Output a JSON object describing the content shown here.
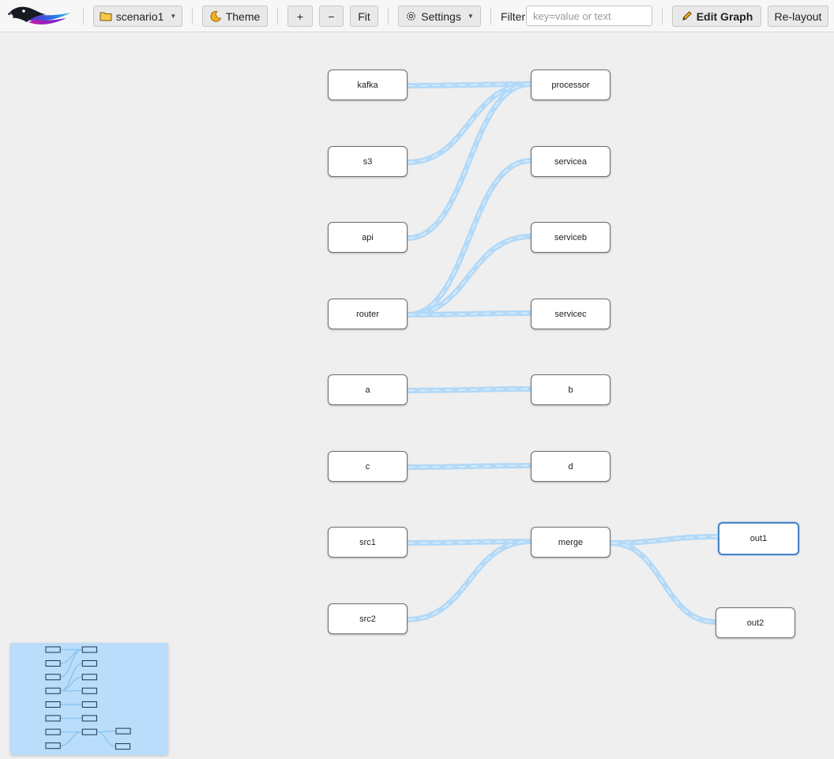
{
  "toolbar": {
    "scenario_label": "scenario1",
    "theme_label": "Theme",
    "zoom_in_label": "+",
    "zoom_out_label": "−",
    "fit_label": "Fit",
    "settings_label": "Settings",
    "filter_label": "Filter",
    "filter_placeholder": "key=value or text",
    "filter_value": "",
    "edit_graph_label": "Edit Graph",
    "relayout_label": "Re-layout"
  },
  "colors": {
    "edge": "#b3d9f7",
    "edge_dash": "#dcefff",
    "selected_border": "#4a86c5",
    "minimap_bg": "#b9ddfa"
  },
  "icons": {
    "logo": "bird-logo-icon",
    "scenario": "folder-icon",
    "theme": "moon-icon",
    "settings": "gear-icon",
    "edit": "pencil-icon"
  },
  "graph": {
    "nodes": [
      {
        "id": "kafka",
        "label": "kafka"
      },
      {
        "id": "s3",
        "label": "s3"
      },
      {
        "id": "api",
        "label": "api"
      },
      {
        "id": "router",
        "label": "router"
      },
      {
        "id": "a",
        "label": "a"
      },
      {
        "id": "c",
        "label": "c"
      },
      {
        "id": "src1",
        "label": "src1"
      },
      {
        "id": "src2",
        "label": "src2"
      },
      {
        "id": "processor",
        "label": "processor"
      },
      {
        "id": "servicea",
        "label": "servicea"
      },
      {
        "id": "serviceb",
        "label": "serviceb"
      },
      {
        "id": "servicec",
        "label": "servicec"
      },
      {
        "id": "b",
        "label": "b"
      },
      {
        "id": "d",
        "label": "d"
      },
      {
        "id": "merge",
        "label": "merge"
      },
      {
        "id": "out1",
        "label": "out1",
        "selected": true
      },
      {
        "id": "out2",
        "label": "out2"
      }
    ],
    "edges": [
      [
        "kafka",
        "processor"
      ],
      [
        "s3",
        "processor"
      ],
      [
        "api",
        "processor"
      ],
      [
        "router",
        "servicea"
      ],
      [
        "router",
        "serviceb"
      ],
      [
        "router",
        "servicec"
      ],
      [
        "a",
        "b"
      ],
      [
        "c",
        "d"
      ],
      [
        "src1",
        "merge"
      ],
      [
        "src2",
        "merge"
      ],
      [
        "merge",
        "out1"
      ],
      [
        "merge",
        "out2"
      ]
    ]
  }
}
